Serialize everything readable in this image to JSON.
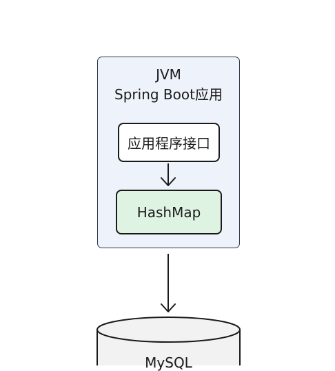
{
  "jvm": {
    "title_line1": "JVM",
    "title_line2": "Spring Boot应用",
    "app_interface": "应用程序接口",
    "hashmap": "HashMap"
  },
  "database": {
    "label": "MySQL"
  },
  "colors": {
    "jvm_fill": "#eef2fb",
    "hashmap_fill": "#dff3e3",
    "database_fill": "#f2f2f2",
    "stroke": "#1a1a1a"
  }
}
